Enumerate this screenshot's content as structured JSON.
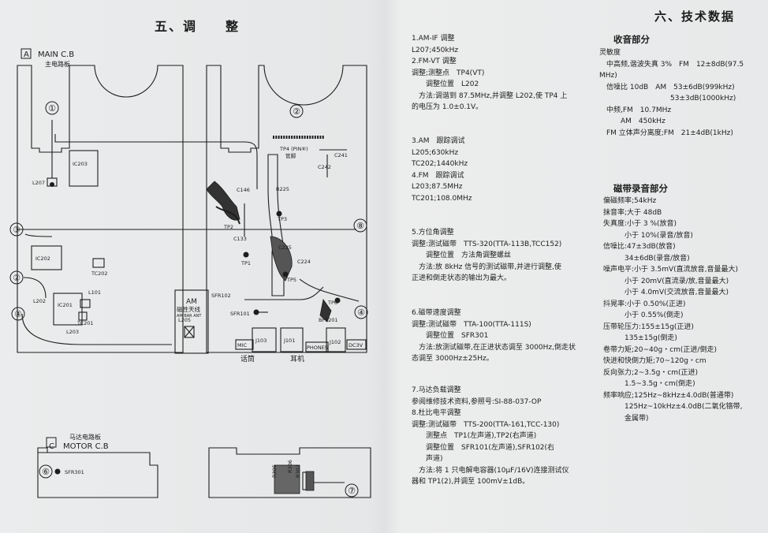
{
  "left": {
    "title": "五、调　　整",
    "main_board": {
      "letter": "A",
      "label": "MAIN  C.B",
      "sub": "主电路板"
    },
    "motor_board": {
      "letter": "C",
      "label": "MOTOR  C.B",
      "sub": "马达电路板"
    },
    "callouts": [
      "①",
      "②",
      "③",
      "④",
      "⑤",
      "⑥",
      "⑦",
      "⑧"
    ],
    "parts": {
      "ic203": "IC203",
      "ic202": "IC202",
      "ic201": "IC201",
      "l207": "L207",
      "l202": "L202",
      "l101": "L101",
      "l203": "L203",
      "l205": "L205",
      "tc202": "TC202",
      "tc201": "TC201",
      "c146": "C146",
      "r225": "R225",
      "tp3": "TP3",
      "tp2": "TP2",
      "c133": "C133",
      "c225": "C225",
      "c224": "C224",
      "tp1": "TP1",
      "tp5": "TP5",
      "tp4": "TP4 (PIN⑥)",
      "tp4_sub": "管脚",
      "c241": "C241",
      "c242": "C242",
      "sfr102": "SFR102",
      "sfr101": "SFR101",
      "tp6": "TP6",
      "bpf201": "BPF201",
      "sfr301": "SFR301",
      "r305": "R305",
      "r306": "R306",
      "r307": "R307"
    },
    "antenna": {
      "a": "AM",
      "b": "磁性天线",
      "c": "AM BAR ANT"
    },
    "jacks": {
      "mic": "MIC",
      "j103": "J103",
      "j101": "J101",
      "phones": "PHONES",
      "j102": "J102",
      "dc3v": "DC3V",
      "mic_cn": "话筒",
      "ear_cn": "耳机"
    }
  },
  "middle": {
    "groups": [
      [
        "1.AM-IF 调整",
        "L207;450kHz",
        "2.FM-VT 调整",
        "调整;测整点　TP4(VT)",
        "　　调整位置　L202",
        "　方法:调谐到 87.5MHz,并调整 L202,使 TP4 上",
        "的电压为 1.0±0.1V。"
      ],
      [
        "3.AM　跟踪调试",
        "L205;630kHz",
        "TC202;1440kHz",
        "4.FM　跟踪调试",
        "L203;87.5MHz",
        "TC201;108.0MHz"
      ],
      [
        "5.方位角调整",
        "调整:测试磁带　TTS-320(TTA-113B,TCC152)",
        "　　调整位置　方法角调整螺丝",
        "　方法:放 8kHz 信号的测试磁带,并进行调整,使",
        "正进和倒走状态的输出为最大。"
      ],
      [
        "6.磁带速度调整",
        "调整:测试磁带　TTA-100(TTA-111S)",
        "　　调整位置　SFR301",
        "　方法:放测试磁带,在正进状态调至 3000Hz,倒走状",
        "态调至 3000Hz±25Hz。"
      ],
      [
        "7.马达负载调整",
        "参阅维修技术资料,参照号:SI-88-037-OP",
        "8.杜比电平调整",
        "调整:测试磁带　TTS-200(TTA-161,TCC-130)",
        "　　测整点　TP1(左声道),TP2(右声道)",
        "　　调整位置　SFR101(左声道),SFR102(右",
        "　　声道)",
        "　方法:将 1 只电解电容器(10μF/16V)连接测试仪",
        "器和 TP1(2),并调至 100mV±1dB。"
      ]
    ]
  },
  "right": {
    "title": "六、技术数据",
    "radio_head": "收音部分",
    "radio": [
      "灵敏度",
      "　中高频,谐波失真 3%　FM　12±8dB(97.5",
      "MHz)",
      "　信噪比 10dB　AM　53±6dB(999kHz)",
      "　　　　　　　　　　53±3dB(1000kHz)",
      "　中频,FM　10.7MHz",
      "　　　AM　450kHz",
      "　FM 立体声分离度;FM　21±4dB(1kHz)"
    ],
    "tape_head": "磁带录音部分",
    "tape": [
      "偏磁频率;54kHz",
      "抹音率;大于 48dB",
      "失真度:小于 3 %(放音)",
      "　　　小于 10%(录音/放音)",
      "信噪比:47±3dB(放音)",
      "　　　34±6dB(录音/放音)",
      "噪声电平:小于 3.5mV(直流放音,音量最大)",
      "　　　小于 20mV(直流录/放,音量最大)",
      "　　　小于 4.0mV(交流放音,音量最大)",
      "抖晃率:小于 0.50%(正进)",
      "　　　小于 0.55%(倒走)",
      "压带轮压力:155±15g(正进)",
      "　　　135±15g(倒走)",
      "卷带力矩;20~40g・cm(正进/倒走)",
      "快进和快倒力矩;70~120g・cm",
      "反向张力;2~3.5g・cm(正进)",
      "　　　1.5~3.5g・cm(倒走)",
      "频率响应;125Hz~8kHz±4.0dB(普通带)",
      "　　　125Hz~10kHz±4.0dB(二氧化铬带,",
      "　　　金属带)"
    ]
  }
}
